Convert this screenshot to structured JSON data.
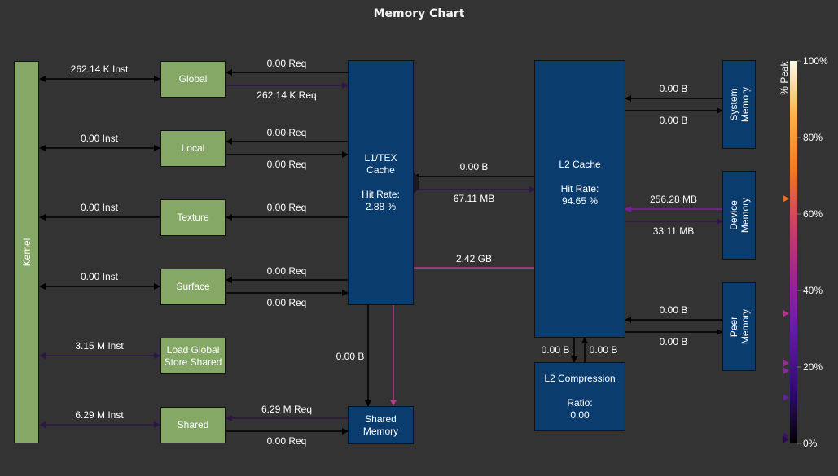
{
  "title": "Memory Chart",
  "units": {
    "kernel": "Kernel",
    "global": "Global",
    "local": "Local",
    "texture": "Texture",
    "surface": "Surface",
    "lgss_line1": "Load Global",
    "lgss_line2": "Store Shared",
    "shared": "Shared",
    "l1_line1": "L1/TEX",
    "l1_line2": "Cache",
    "l1_hit_label": "Hit Rate:",
    "l1_hit_value": "2.88 %",
    "l2_title": "L2 Cache",
    "l2_hit_label": "Hit Rate:",
    "l2_hit_value": "94.65 %",
    "shared_mem_line1": "Shared",
    "shared_mem_line2": "Memory",
    "l2c_title": "L2 Compression",
    "l2c_ratio_label": "Ratio:",
    "l2c_ratio_value": "0.00",
    "sysmem_line1": "System",
    "sysmem_line2": "Memory",
    "devmem_line1": "Device",
    "devmem_line2": "Memory",
    "peermem_line1": "Peer",
    "peermem_line2": "Memory"
  },
  "links": {
    "kernel_global": "262.14 K Inst",
    "kernel_local": "0.00 Inst",
    "kernel_texture": "0.00 Inst",
    "kernel_surface": "0.00 Inst",
    "kernel_lgss": "3.15 M Inst",
    "kernel_shared": "6.29 M Inst",
    "global_l1_top": "0.00 Req",
    "global_l1_bottom": "262.14 K Req",
    "local_l1_top": "0.00 Req",
    "local_l1_bottom": "0.00 Req",
    "texture_l1": "0.00 Req",
    "surface_l1_top": "0.00 Req",
    "surface_l1_bottom": "0.00 Req",
    "shared_sm_top": "6.29 M Req",
    "shared_sm_bottom": "0.00 Req",
    "l1_sm_down": "0.00 B",
    "l1_l2_top": "0.00 B",
    "l1_l2_bottom": "67.11 MB",
    "l2_sm": "2.42 GB",
    "l2_sys_top": "0.00 B",
    "l2_sys_bottom": "0.00 B",
    "l2_dev_top": "256.28 MB",
    "l2_dev_bottom": "33.11 MB",
    "l2_peer_top": "0.00 B",
    "l2_peer_bottom": "0.00 B",
    "l2_l2c_left": "0.00 B",
    "l2_l2c_right": "0.00 B"
  },
  "legend": {
    "label": "% Peak",
    "ticks": [
      "100%",
      "80%",
      "60%",
      "40%",
      "20%",
      "0%"
    ],
    "markers": [
      {
        "value": 64,
        "color": "#ef6c1f"
      },
      {
        "value": 34,
        "color": "#b52f96"
      },
      {
        "value": 21,
        "color": "#9b2aa0"
      },
      {
        "value": 19,
        "color": "#8e27a2"
      },
      {
        "value": 12,
        "color": "#6a1fa3"
      },
      {
        "value": 2,
        "color": "#3b0f6e"
      },
      {
        "value": 1,
        "color": "#2a0a55"
      }
    ]
  },
  "colors": {
    "background": "#333333",
    "unit_green": "#85a867",
    "cache_blue": "#0a3c6e",
    "orange_port": "#e8731e",
    "magenta_link": "#c03a8f",
    "purple_link": "#7b1fa2",
    "dark_link": "#2d1646"
  }
}
